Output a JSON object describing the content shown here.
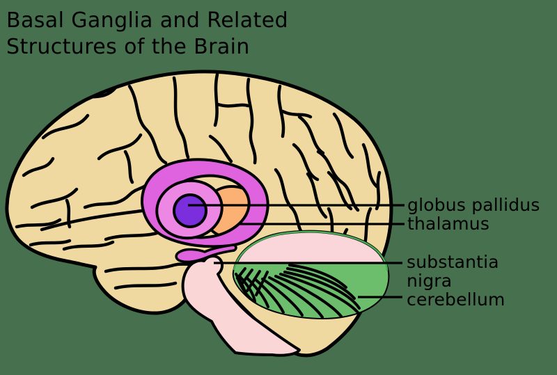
{
  "title": {
    "line1": "Basal Ganglia and Related",
    "line2": "Structures of the Brain"
  },
  "labels": {
    "globus_pallidus": "globus pallidus",
    "thalamus": "thalamus",
    "substantia_nigra_line1": "substantia",
    "substantia_nigra_line2": "nigra",
    "cerebellum": "cerebellum"
  },
  "colors": {
    "background": "#47704F",
    "cortex": "#F0D8A1",
    "outline": "#000000",
    "basal_ganglia_outer": "#DF63DF",
    "putamen": "#EC87E4",
    "globus_pallidus": "#7B2EDB",
    "thalamus": "#FBB173",
    "brainstem": "#FAD6D6",
    "cerebellum_top": "#FAD5DA",
    "cerebellum_green": "#6CBE6C",
    "cerebellum_edge_green": "#4CAE57"
  }
}
